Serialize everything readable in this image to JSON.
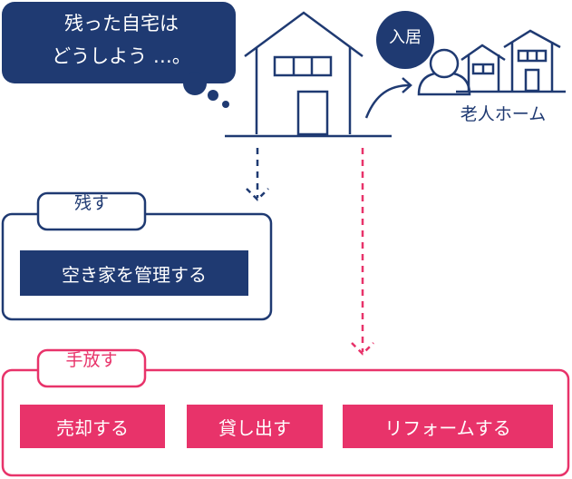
{
  "thought_bubble": {
    "line1": "残った自宅は",
    "line2": "どうしよう …。"
  },
  "badge": {
    "label": "入居"
  },
  "nursing_home": {
    "label": "老人ホーム"
  },
  "keep": {
    "tag": "残す",
    "action": "空き家を管理する"
  },
  "let_go": {
    "tag": "手放す",
    "actions": [
      "売却する",
      "貸し出す",
      "リフォームする"
    ]
  },
  "colors": {
    "navy": "#1f3a72",
    "pink": "#e8336a"
  }
}
